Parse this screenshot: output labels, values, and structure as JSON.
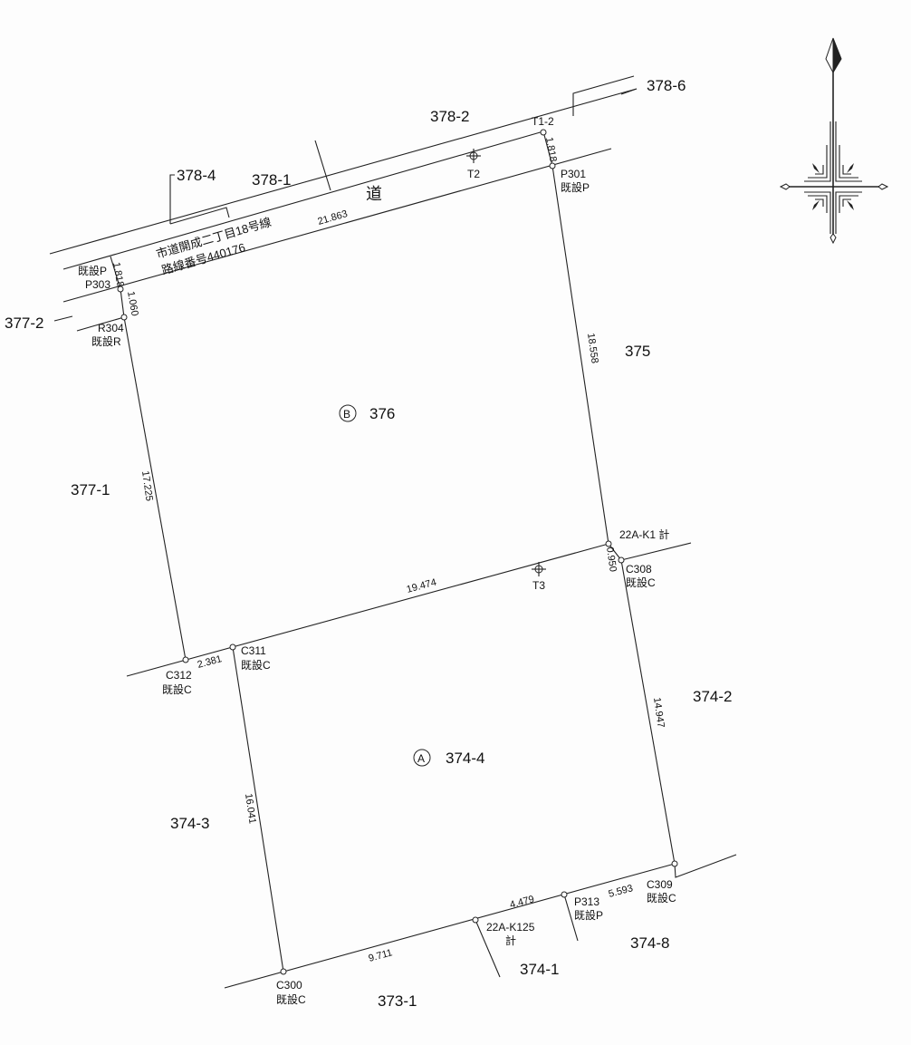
{
  "parcels": {
    "p378_6": "378-6",
    "p378_2": "378-2",
    "p378_4": "378-4",
    "p378_1": "378-1",
    "p377_2": "377-2",
    "p375": "375",
    "p376": "376",
    "p376_mark": "B",
    "p377_1": "377-1",
    "p374_2": "374-2",
    "p374_4": "374-4",
    "p374_4_mark": "A",
    "p374_3": "374-3",
    "p374_8": "374-8",
    "p374_1": "374-1",
    "p373_1": "373-1"
  },
  "road": {
    "mark": "道",
    "name": "市道開成二丁目18号線",
    "route_number": "路線番号440176"
  },
  "points": {
    "t1_2": "T1-2",
    "t2": "T2",
    "t3": "T3",
    "p301": "P301",
    "p301_type": "既設P",
    "p303": "P303",
    "p303_type": "既設P",
    "r304": "R304",
    "r304_type": "既設R",
    "k1": "22A-K1 計",
    "c308": "C308",
    "c308_type": "既設C",
    "c311": "C311",
    "c311_type": "既設C",
    "c312": "C312",
    "c312_type": "既設C",
    "c309": "C309",
    "c309_type": "既設C",
    "p313": "P313",
    "p313_type": "既設P",
    "k125": "22A-K125",
    "k125_type": "計",
    "c300": "C300",
    "c300_type": "既設C"
  },
  "distances": {
    "road_top": "21.863",
    "p303_road": "1.818",
    "t12_p301": "1.818",
    "p303_r304": "1.060",
    "right_376": "18.558",
    "left_376": "17.225",
    "middle": "19.474",
    "k1_c308": "0.950",
    "c312_c311": "2.381",
    "right_374": "14.947",
    "left_374": "16.041",
    "bottom_1": "9.711",
    "bottom_2": "4.479",
    "bottom_3": "5.593"
  },
  "compass": {
    "icon": "north-arrow-icon"
  }
}
